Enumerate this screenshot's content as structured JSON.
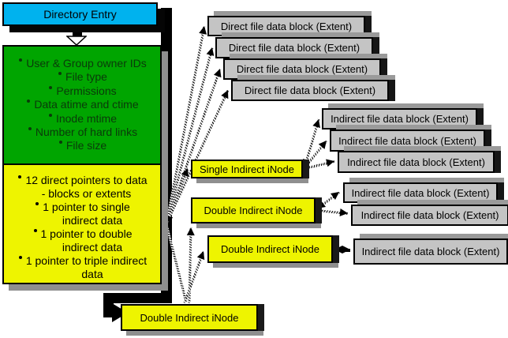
{
  "directory_entry": {
    "label": "Directory Entry"
  },
  "inode_box": {
    "metadata_items": [
      "User & Group owner IDs",
      "File type",
      "Permissions",
      "Data atime and ctime",
      "Inode mtime",
      "Number of hard links",
      "File size"
    ],
    "pointer_items": [
      {
        "line1": "12 direct pointers to data",
        "line2": "- blocks or extents"
      },
      {
        "line1": "1 pointer to single",
        "line2": "indirect data"
      },
      {
        "line1": "1 pointer to double",
        "line2": "indirect data"
      },
      {
        "line1": "1 pointer to triple indirect",
        "line2": "data"
      }
    ]
  },
  "nodes": {
    "single_indirect": "Single Indirect iNode",
    "double_indirect_1": "Double Indirect iNode",
    "double_indirect_2": "Double Indirect iNode",
    "double_indirect_3": "Double Indirect iNode"
  },
  "data_blocks": {
    "direct": [
      "Direct file data block (Extent)",
      "Direct file data block (Extent)",
      "Direct file data block (Extent)",
      "Direct file data block (Extent)"
    ],
    "indirect_group_a": [
      "Indirect file data block (Extent)",
      "Indirect file data block (Extent)",
      "Indirect file data block (Extent)"
    ],
    "indirect_group_b": [
      "Indirect file data block (Extent)",
      "Indirect file data block (Extent)"
    ],
    "indirect_group_c": [
      "Indirect file data block (Extent)"
    ]
  },
  "colors": {
    "directory_entry_fill": "#00b2ee",
    "inode_metadata_fill": "#00a500",
    "inode_pointer_fill": "#eef400",
    "data_block_fill": "#c4c4c4",
    "connector": "#000000",
    "shadow_gray": "#8f8f8f"
  }
}
